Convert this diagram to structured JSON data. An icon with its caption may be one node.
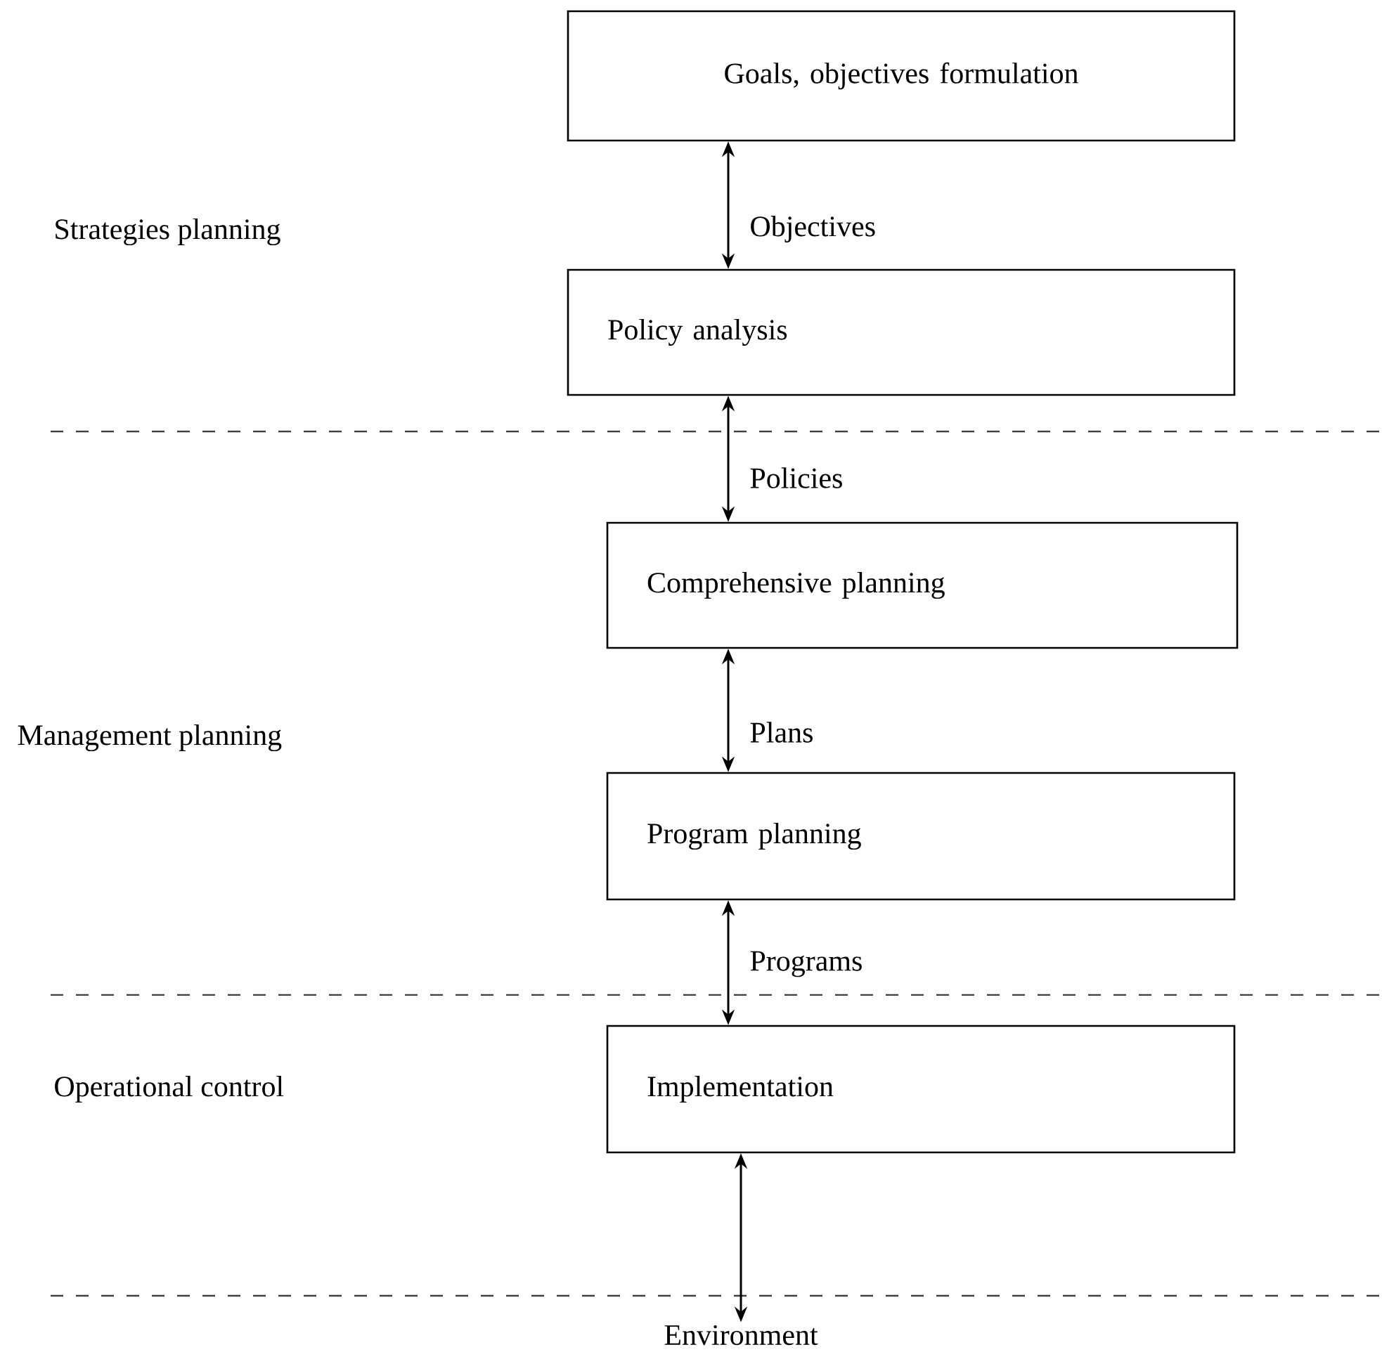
{
  "diagram": {
    "nodes": [
      {
        "text": [
          "Goals, objectives formulation"
        ]
      },
      {
        "text": [
          "Policy analysis"
        ]
      },
      {
        "text": [
          "Comprehensive planning"
        ]
      },
      {
        "text": [
          "Program planning"
        ]
      },
      {
        "text": [
          "Implementation"
        ]
      },
      {
        "text": [
          "Environment"
        ]
      }
    ],
    "edges": [
      {
        "from": 0,
        "to": 1,
        "arrow": "both",
        "label": "Objectives"
      },
      {
        "from": 1,
        "to": 2,
        "arrow": "both",
        "label": "Policies"
      },
      {
        "from": 2,
        "to": 3,
        "arrow": "both",
        "label": "Plans"
      },
      {
        "from": 3,
        "to": 4,
        "arrow": "both",
        "label": "Programs"
      },
      {
        "from": 4,
        "to": 5,
        "arrow": "both"
      }
    ],
    "labels": [
      "Strategies planning",
      "Management planning",
      "Operational control"
    ]
  }
}
